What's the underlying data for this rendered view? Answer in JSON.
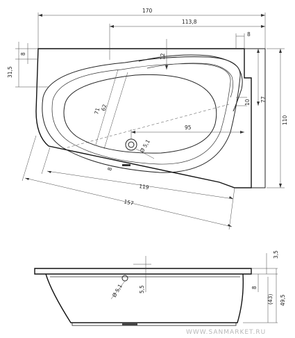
{
  "dimensions": {
    "top": {
      "total_length": "170",
      "partial_length": "113,8",
      "right_rim": "8",
      "left_offset_a": "8",
      "left_offset_b": "31,5",
      "drain_offset_top": "12",
      "inner_width_a": "62",
      "inner_width_b": "71",
      "drain_to_right": "95",
      "drain_diameter": "Ø 5,1",
      "right_small": "10",
      "right_height_a": "77",
      "right_height_b": "110",
      "bottom_rim": "8",
      "inner_length": "119",
      "outer_length": "157"
    },
    "side": {
      "drain_diameter": "Ø 5,1",
      "drain_height": "5,5",
      "rim": "3,5",
      "inner_step": "8",
      "depth_inner": "(43)",
      "depth_total": "49,5"
    }
  },
  "watermark": "WWW.SANMARKET.RU"
}
